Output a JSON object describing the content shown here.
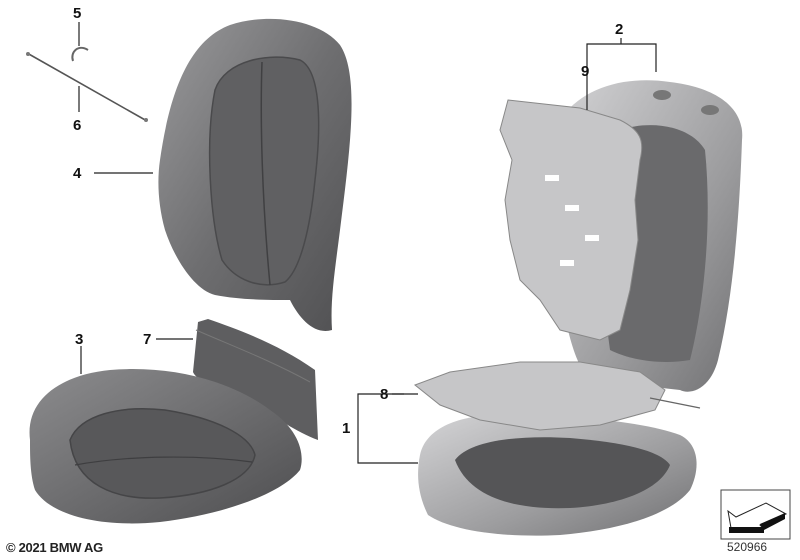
{
  "diagram": {
    "callouts": [
      {
        "id": "1",
        "label": "1"
      },
      {
        "id": "2",
        "label": "2"
      },
      {
        "id": "3",
        "label": "3"
      },
      {
        "id": "4",
        "label": "4"
      },
      {
        "id": "5",
        "label": "5"
      },
      {
        "id": "6",
        "label": "6"
      },
      {
        "id": "7",
        "label": "7"
      },
      {
        "id": "8",
        "label": "8"
      },
      {
        "id": "9",
        "label": "9"
      }
    ],
    "copyright": "© 2021 BMW AG",
    "diagram_number": "520966",
    "colors": {
      "seat_dark": "#6e6e70",
      "seat_mid": "#8a8a8c",
      "seat_light": "#b8b8ba",
      "pad_dark": "#5a5a5c",
      "foam_light": "#c9c9c9"
    }
  }
}
